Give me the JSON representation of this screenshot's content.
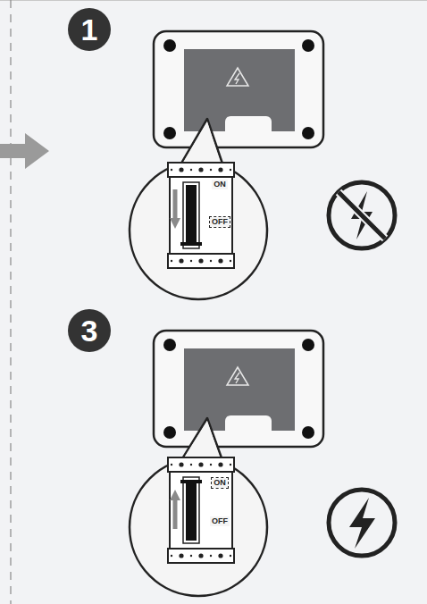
{
  "diagram": {
    "nodes": [
      {
        "text": [
          "1"
        ]
      },
      {
        "text": [
          "3"
        ]
      }
    ],
    "labels": [
      "ON",
      "OFF",
      "ON",
      "OFF"
    ]
  }
}
